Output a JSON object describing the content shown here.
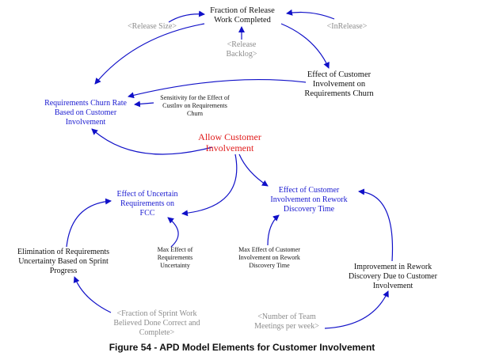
{
  "diagram": {
    "colors": {
      "arrow": "#1010c8",
      "blue_text": "#1a1ad0",
      "black_text": "#111111",
      "gray_text": "#8c8c8c",
      "red_text": "#e01b1b"
    },
    "nodes": {
      "fraction_of_release": [
        "Fraction of Release",
        "Work Completed"
      ],
      "release_size": [
        "<Release Size>"
      ],
      "in_release": [
        "<InRelease>"
      ],
      "release_backlog": [
        "<Release",
        "Backlog>"
      ],
      "effect_custinv_churn": [
        "Effect of Customer",
        "Involvement on",
        "Requirements Churn"
      ],
      "requirements_churn_rate": [
        "Requirements Churn Rate",
        "Based on Customer",
        "Involvement"
      ],
      "sensitivity": [
        "Sensitivity for the Effect of",
        "CustInv on Requirements",
        "Churn"
      ],
      "allow_customer": [
        "Allow Customer",
        "Involvement"
      ],
      "effect_uncertain_req": [
        "Effect of Uncertain",
        "Requirements on",
        "FCC"
      ],
      "effect_custinv_rework": [
        "Effect of Customer",
        "Involvement on Rework",
        "Discovery Time"
      ],
      "elimination": [
        "Elimination of Requirements",
        "Uncertainty Based on Sprint",
        "Progress"
      ],
      "max_effect_uncertainty": [
        "Max Effect of",
        "Requirements",
        "Uncertainty"
      ],
      "max_effect_custinv": [
        "Max Effect of Customer",
        "Involvement on Rework",
        "Discovery Time"
      ],
      "improvement_rework": [
        "Improvement in Rework",
        "Discovery Due to Customer",
        "Involvement"
      ],
      "fraction_sprint": [
        "<Fraction of Sprint Work",
        "Believed Done Correct and",
        "Complete>"
      ],
      "team_meetings": [
        "<Number of Team",
        "Meetings per week>"
      ]
    }
  },
  "caption": "Figure 54 - APD Model Elements for Customer Involvement"
}
